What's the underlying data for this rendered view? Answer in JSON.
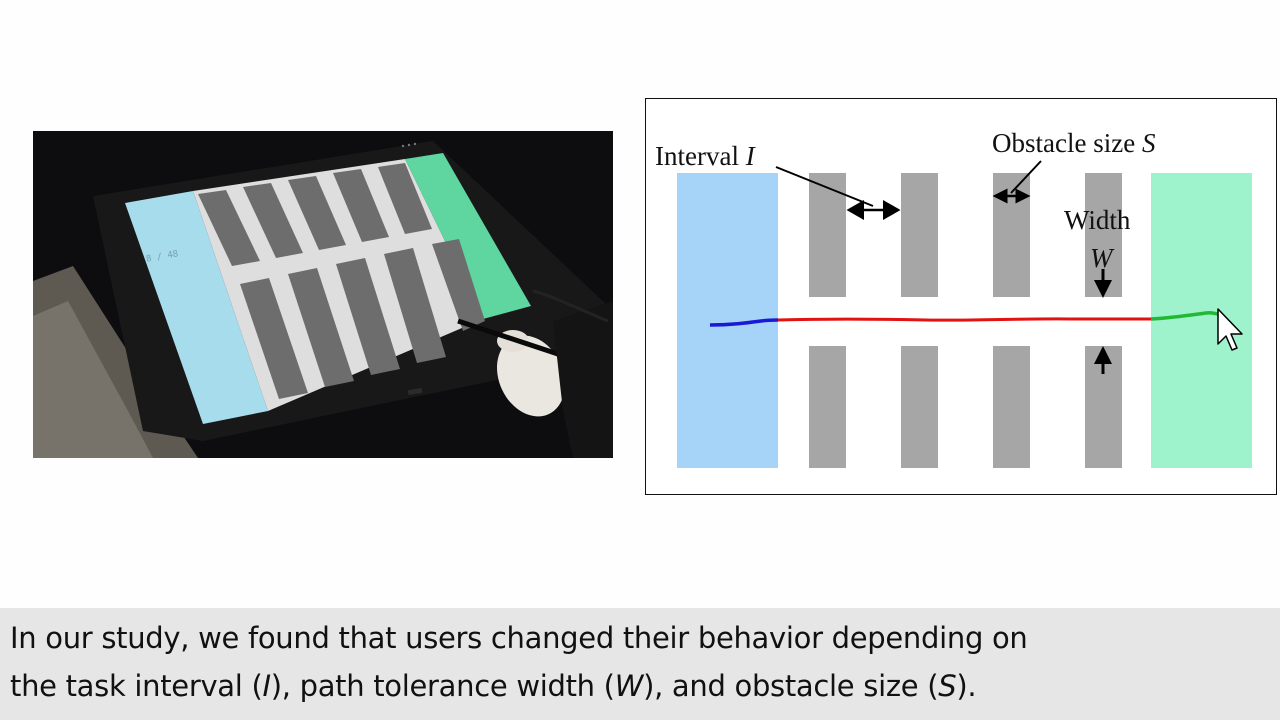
{
  "photo": {
    "alt": "",
    "counter_text": "8 / 48"
  },
  "diagram": {
    "interval_label": "Interval",
    "interval_var": "I",
    "obstacle_label": "Obstacle size",
    "obstacle_var": "S",
    "width_label": "Width",
    "width_var": "W",
    "colors": {
      "start_area": "#a6d4f8",
      "goal_area": "#9ef3cc",
      "obstacle": "#a6a6a6",
      "path_start": "#1a1ad6",
      "path_middle": "#e01212",
      "path_end": "#22b833"
    }
  },
  "caption": {
    "line1_text": "In our study, we found that users changed their behavior depending on",
    "line2_a": "the task interval (",
    "line2_I": "I",
    "line2_b": "), path tolerance width (",
    "line2_W": "W",
    "line2_c": "), and obstacle size (",
    "line2_S": "S",
    "line2_d": ")."
  }
}
